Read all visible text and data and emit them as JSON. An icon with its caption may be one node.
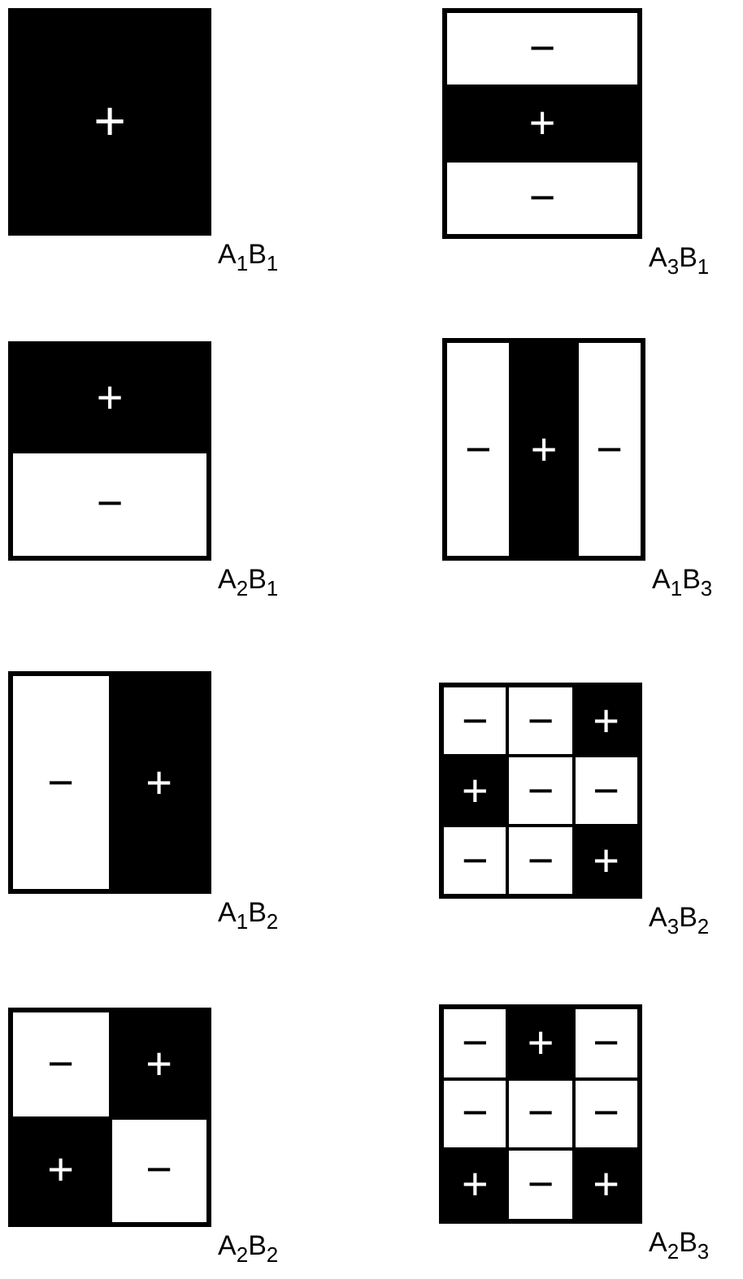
{
  "diagram": {
    "nodes": [
      {
        "text": [
          "+"
        ],
        "beside": [
          "A$_{1}$B$_{1}$"
        ]
      },
      {
        "text": [],
        "shape": "box",
        "beside": [
          "A$_{3}$B$_{1}$"
        ]
      },
      {
        "text": [
          "−"
        ],
        "in": 1
      },
      {
        "text": [
          "+"
        ],
        "in": 1
      },
      {
        "text": [
          "−"
        ],
        "in": 1
      },
      {
        "text": [],
        "shape": "box",
        "beside": [
          "A$_{2}$B$_{1}$"
        ]
      },
      {
        "text": [
          "+"
        ],
        "in": 5
      },
      {
        "text": [
          "−"
        ],
        "in": 5
      },
      {
        "text": [],
        "shape": "box",
        "beside": [
          "A$_{1}$B$_{3}$"
        ]
      },
      {
        "text": [
          "−"
        ],
        "in": 8
      },
      {
        "text": [
          "+"
        ],
        "in": 8
      },
      {
        "text": [
          "−"
        ],
        "in": 8
      },
      {
        "text": [],
        "shape": "box",
        "beside": [
          "A$_{1}$B$_{2}$"
        ]
      },
      {
        "text": [
          "−"
        ],
        "in": 12
      },
      {
        "text": [
          "+"
        ],
        "in": 12
      },
      {
        "text": [],
        "shape": "box",
        "beside": [
          "A$_{3}$B$_{2}$"
        ]
      },
      {
        "text": [
          "−"
        ],
        "in": 15
      },
      {
        "text": [
          "−"
        ],
        "in": 15
      },
      {
        "text": [
          "+"
        ],
        "in": 15
      },
      {
        "text": [
          "+"
        ],
        "in": 15
      },
      {
        "text": [
          "−"
        ],
        "in": 15
      },
      {
        "text": [
          "−"
        ],
        "in": 15
      },
      {
        "text": [
          "−"
        ],
        "in": 15
      },
      {
        "text": [
          "−"
        ],
        "in": 15
      },
      {
        "text": [
          "+"
        ],
        "in": 15
      },
      {
        "text": [],
        "shape": "box",
        "beside": [
          "A$_{2}$B$_{2}$"
        ]
      },
      {
        "text": [
          "−"
        ],
        "in": 25
      },
      {
        "text": [
          "+"
        ],
        "in": 25
      },
      {
        "text": [
          "+"
        ],
        "in": 25
      },
      {
        "text": [
          "−"
        ],
        "in": 25
      },
      {
        "text": [],
        "shape": "box",
        "beside": [
          "A$_{2}$B$_{3}$"
        ]
      },
      {
        "text": [
          "−"
        ],
        "in": 30
      },
      {
        "text": [
          "+"
        ],
        "in": 30
      },
      {
        "text": [
          "−"
        ],
        "in": 30
      },
      {
        "text": [
          "−"
        ],
        "in": 30
      },
      {
        "text": [
          "−"
        ],
        "in": 30
      },
      {
        "text": [
          "−"
        ],
        "in": 30
      },
      {
        "text": [
          "+"
        ],
        "in": 30
      },
      {
        "text": [
          "−"
        ],
        "in": 30
      },
      {
        "text": [
          "+"
        ],
        "in": 30
      }
    ],
    "edges": []
  }
}
